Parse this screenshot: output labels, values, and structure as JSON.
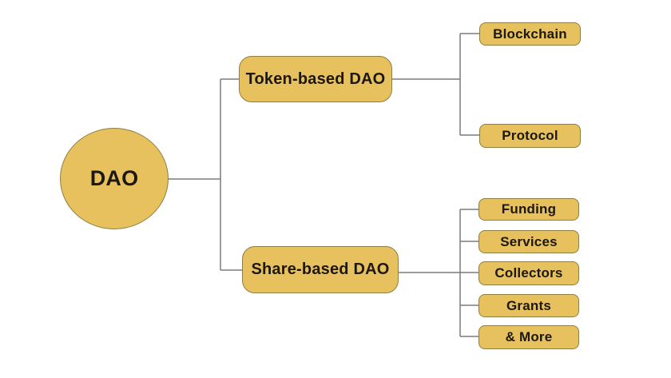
{
  "diagram": {
    "root": {
      "label": "DAO"
    },
    "branches": [
      {
        "label": "Token-based DAO",
        "children": [
          {
            "label": "Blockchain"
          },
          {
            "label": "Protocol"
          }
        ]
      },
      {
        "label": "Share-based DAO",
        "children": [
          {
            "label": "Funding"
          },
          {
            "label": "Services"
          },
          {
            "label": "Collectors"
          },
          {
            "label": "Grants"
          },
          {
            "label": "& More"
          }
        ]
      }
    ],
    "colors": {
      "node_fill": "#e8c15f",
      "node_border": "#8f7d42",
      "line": "#7b7b7b",
      "text": "#1c1710",
      "background": "#ffffff"
    }
  }
}
